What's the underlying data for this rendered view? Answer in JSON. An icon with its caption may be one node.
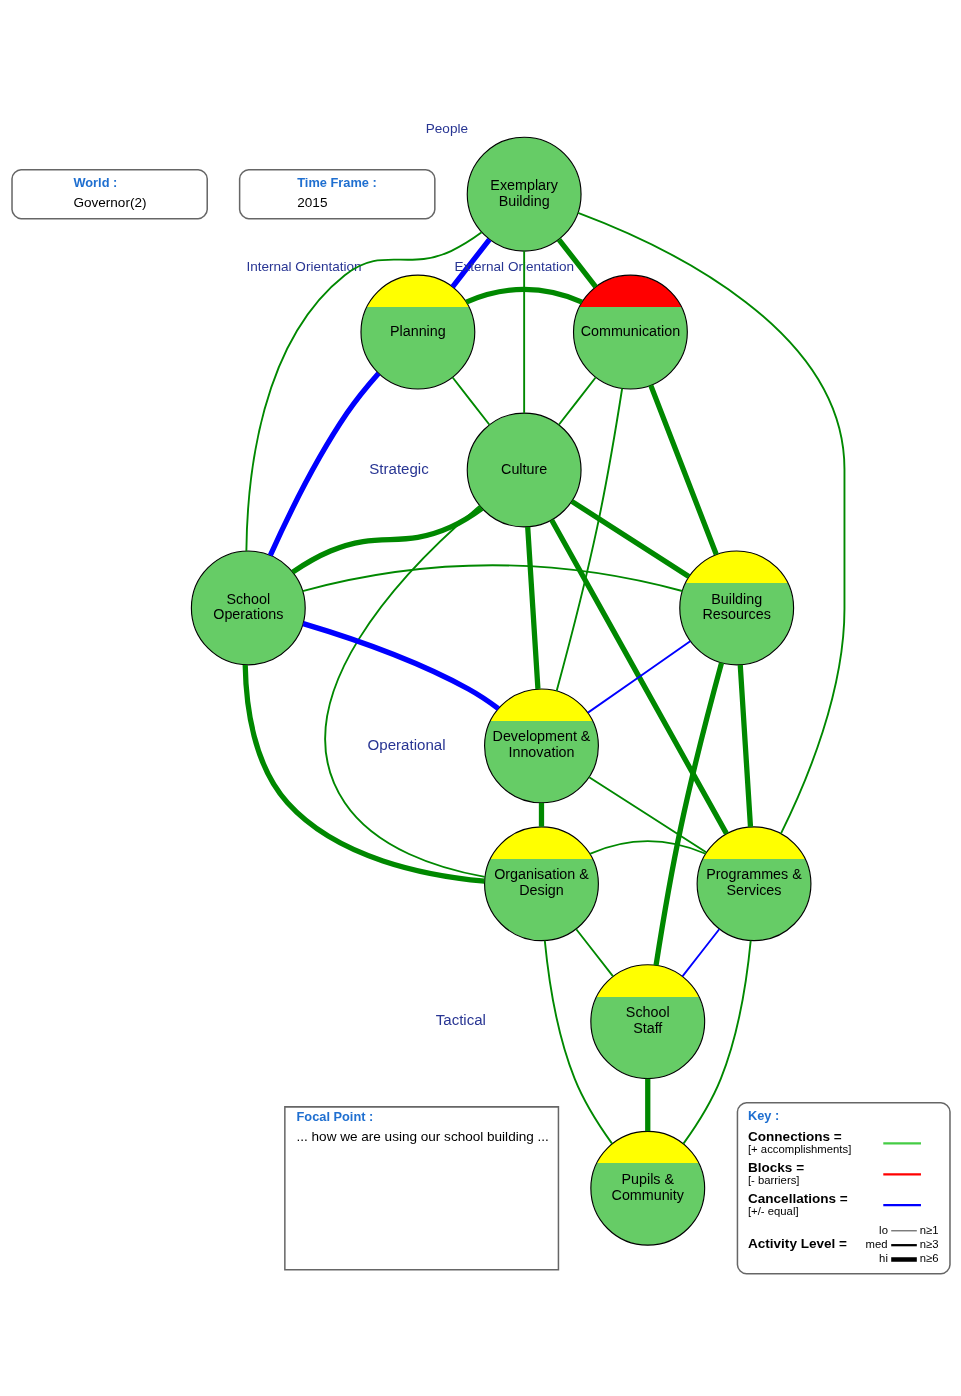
{
  "diagram": {
    "nodes": [
      {
        "text": [
          "World :",
          "Governor(2)"
        ]
      },
      {
        "text": [
          "Time Frame :",
          "2015"
        ]
      },
      {
        "text": [
          "Exemplary Building"
        ],
        "beside": [
          "People"
        ]
      },
      {
        "text": [
          "Planning"
        ],
        "beside": [
          "Internal Orientation"
        ]
      },
      {
        "text": [
          "Communication"
        ],
        "beside": [
          "External Orientation"
        ]
      },
      {
        "text": [
          "Culture"
        ]
      },
      {
        "text": [
          "School Operations"
        ]
      },
      {
        "text": [
          "Building Resources"
        ]
      },
      {
        "text": [
          "Development & Innovation"
        ]
      },
      {
        "text": [
          "Organisation & Design"
        ]
      },
      {
        "text": [
          "Programmes & Services"
        ]
      },
      {
        "text": [
          "School Staff"
        ]
      },
      {
        "text": [
          "Pupils & Community"
        ]
      },
      {
        "text": [
          "Focal Point :",
          "... how we are using our school building ..."
        ]
      }
    ],
    "edges": [
      {
        "from": 2,
        "to": 3,
        "arrow": "none",
        "style": "thick",
        "color": "#0000ff"
      },
      {
        "from": 2,
        "to": 4,
        "arrow": "none",
        "style": "thick"
      },
      {
        "from": 2,
        "to": 5,
        "arrow": "none"
      },
      {
        "from": 2,
        "to": 6,
        "arrow": "none"
      },
      {
        "from": 2,
        "to": 10,
        "arrow": "none"
      },
      {
        "from": 3,
        "to": 4,
        "arrow": "none",
        "style": "thick"
      },
      {
        "from": 3,
        "to": 5,
        "arrow": "none"
      },
      {
        "from": 3,
        "to": 6,
        "arrow": "none",
        "style": "thick",
        "color": "#0000ff"
      },
      {
        "from": 4,
        "to": 5,
        "arrow": "none"
      },
      {
        "from": 4,
        "to": 7,
        "arrow": "none",
        "style": "thick"
      },
      {
        "from": 4,
        "to": 8,
        "arrow": "none"
      },
      {
        "from": 5,
        "to": 6,
        "arrow": "none",
        "style": "thick"
      },
      {
        "from": 5,
        "to": 7,
        "arrow": "none",
        "style": "thick"
      },
      {
        "from": 5,
        "to": 8,
        "arrow": "none",
        "style": "thick"
      },
      {
        "from": 5,
        "to": 9,
        "arrow": "none"
      },
      {
        "from": 5,
        "to": 10,
        "arrow": "none",
        "style": "thick"
      },
      {
        "from": 6,
        "to": 7,
        "arrow": "none"
      },
      {
        "from": 6,
        "to": 8,
        "arrow": "none",
        "style": "thick",
        "color": "#0000ff"
      },
      {
        "from": 6,
        "to": 9,
        "arrow": "none",
        "style": "thick"
      },
      {
        "from": 7,
        "to": 8,
        "arrow": "none",
        "color": "#0000ff"
      },
      {
        "from": 7,
        "to": 10,
        "arrow": "none",
        "style": "thick"
      },
      {
        "from": 7,
        "to": 11,
        "arrow": "none",
        "style": "thick"
      },
      {
        "from": 8,
        "to": 9,
        "arrow": "none",
        "style": "thick"
      },
      {
        "from": 8,
        "to": 10,
        "arrow": "none"
      },
      {
        "from": 9,
        "to": 10,
        "arrow": "none"
      },
      {
        "from": 9,
        "to": 11,
        "arrow": "none"
      },
      {
        "from": 9,
        "to": 12,
        "arrow": "none"
      },
      {
        "from": 10,
        "to": 11,
        "arrow": "none",
        "color": "#0000ff"
      },
      {
        "from": 10,
        "to": 12,
        "arrow": "none"
      },
      {
        "from": 11,
        "to": 12,
        "arrow": "none",
        "style": "thick"
      }
    ],
    "labels": [
      "Strategic",
      "Operational",
      "Tactical",
      "Key :",
      "[+ accomplishments]",
      "[- barriers]",
      "[+/- equal]",
      "lo",
      "n≥1",
      "med",
      "n≥3",
      "hi",
      "n≥6"
    ],
    "legend": [
      {
        "text": "Connections ="
      },
      {
        "text": "Blocks ="
      },
      {
        "text": "Cancellations ="
      },
      {
        "text": "Activity Level ="
      }
    ]
  }
}
